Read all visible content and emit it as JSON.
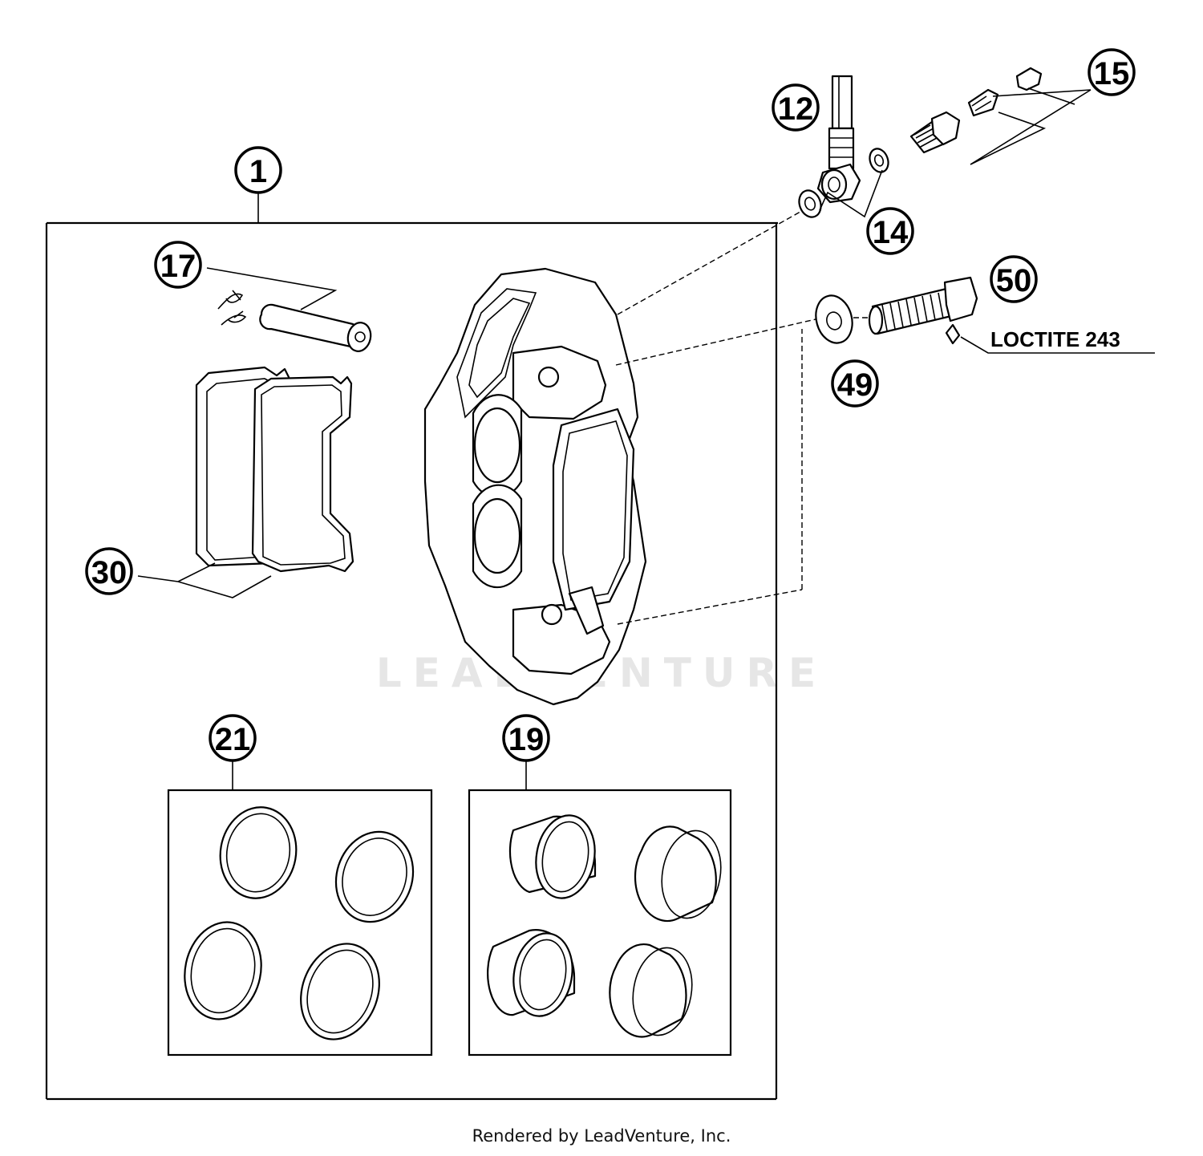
{
  "callouts": {
    "c1": "1",
    "c12": "12",
    "c14": "14",
    "c15": "15",
    "c17": "17",
    "c19": "19",
    "c21": "21",
    "c30": "30",
    "c49": "49",
    "c50": "50"
  },
  "note": "LOCTITE 243",
  "watermark": "LEADVENTURE",
  "footer": "Rendered by LeadVenture, Inc."
}
